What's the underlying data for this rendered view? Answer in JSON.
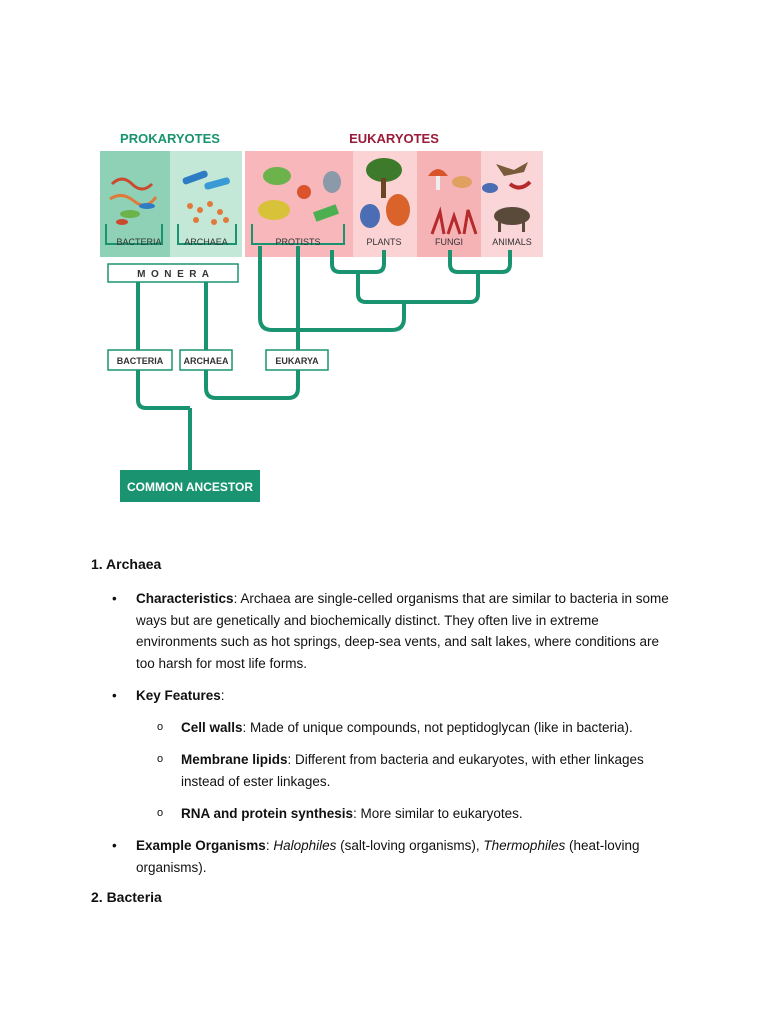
{
  "figure": {
    "prokaryotes": "PROKARYOTES",
    "eukaryotes": "EUKARYOTES",
    "labels": {
      "bacteria": "BACTERIA",
      "archaea": "ARCHAEA",
      "protists": "PROTISTS",
      "plants": "PLANTS",
      "fungi": "FUNGI",
      "animals": "ANIMALS"
    },
    "monera": "M  O  N  E  R  A",
    "domains": {
      "bacteria": "BACTERIA",
      "archaea": "ARCHAEA",
      "eukarya": "EUKARYA"
    },
    "common_ancestor": "COMMON ANCESTOR",
    "colors": {
      "green": "#1a9470",
      "pro_bg_bacteria": "#8fd1b6",
      "pro_bg_archaea": "#c3e8d7",
      "euk_bg_protists": "#f8b7bb",
      "euk_bg_plants": "#fbd3d5",
      "euk_bg_fungi": "#f5b3b6",
      "euk_bg_animals": "#fbd6d8",
      "eukaryotes_title": "#9b1b3a"
    }
  },
  "section1": {
    "heading": "1. Archaea",
    "characteristics_label": "Characteristics",
    "characteristics_text": ": Archaea are single-celled organisms that are similar to bacteria in some ways but are genetically and biochemically distinct. They often live in extreme environments such as hot springs, deep-sea vents, and salt lakes, where conditions are too harsh for most life forms.",
    "key_features_label": "Key Features",
    "key_features_colon": ":",
    "features": [
      {
        "label": "Cell walls",
        "text": ": Made of unique compounds, not peptidoglycan (like in bacteria)."
      },
      {
        "label": "Membrane lipids",
        "text": ": Different from bacteria and eukaryotes, with ether linkages instead of ester linkages."
      },
      {
        "label": "RNA and protein synthesis",
        "text": ": More similar to eukaryotes."
      }
    ],
    "examples_label": "Example Organisms",
    "examples_sep": ": ",
    "example1": "Halophiles",
    "example1_desc": " (salt-loving organisms), ",
    "example2": "Thermophiles",
    "example2_desc": " (heat-loving organisms)."
  },
  "section2": {
    "heading": "2. Bacteria"
  },
  "bullet": "•",
  "sub_bullet": "o"
}
